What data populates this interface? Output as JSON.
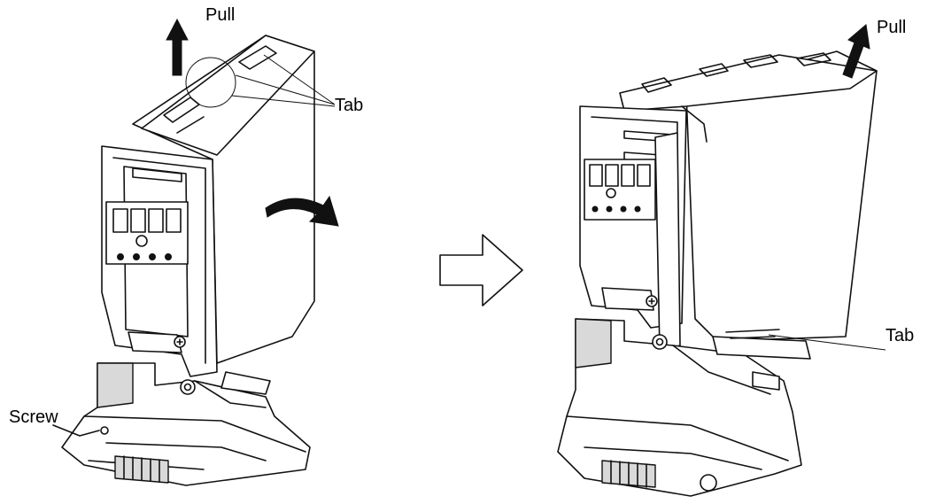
{
  "labels": {
    "pull_left": "Pull",
    "tab_left": "Tab",
    "screw": "Screw",
    "pull_right": "Pull",
    "tab_right": "Tab"
  },
  "colors": {
    "line": "#111111",
    "arrow_fill": "#1a1a1a",
    "background": "#ffffff"
  },
  "icons": [
    "up-arrow-icon",
    "curved-arrow-icon",
    "right-step-arrow-icon"
  ]
}
